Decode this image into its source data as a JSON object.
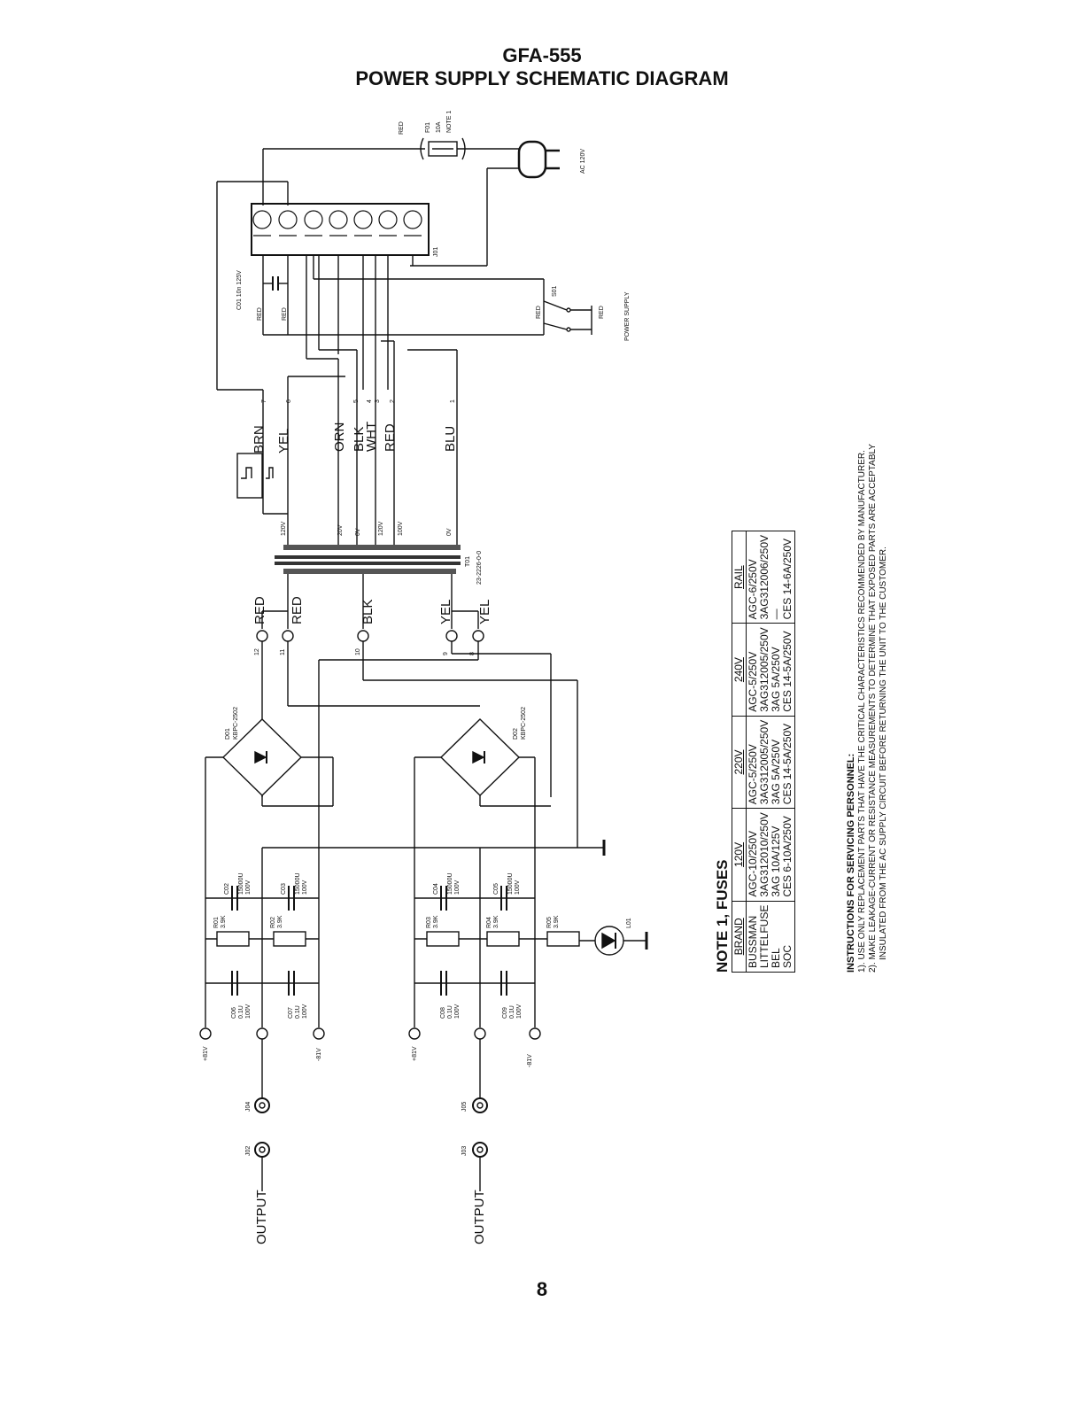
{
  "header": {
    "model": "GFA-555",
    "title": "POWER SUPPLY SCHEMATIC DIAGRAM"
  },
  "page_number": "8",
  "schematic": {
    "fuse": {
      "ref": "F01",
      "rating": "10A",
      "note": "NOTE 1",
      "wire": "RED"
    },
    "ac_input": "AC 120V",
    "terminal_block": "J01",
    "capacitor_c01": "C01 10n 125V",
    "wires_top": [
      "RED",
      "RED"
    ],
    "switch": {
      "ref": "S01",
      "label": "POWER SUPPLY",
      "wires": [
        "RED",
        "RED"
      ]
    },
    "transformer": {
      "ref": "T01",
      "part": "23-2226-0-0"
    },
    "primary_wires": [
      {
        "color": "BRN",
        "pin": "7"
      },
      {
        "color": "YEL",
        "pin": "6"
      },
      {
        "color": "ORN",
        "pin": "5"
      },
      {
        "color": "BLK",
        "pin": "4"
      },
      {
        "color": "WHT",
        "pin": "3"
      },
      {
        "color": "RED",
        "pin": "2"
      },
      {
        "color": "BLU",
        "pin": "1"
      }
    ],
    "primary_taps": [
      "120V",
      "20V",
      "0V",
      "120V",
      "100V",
      "0V"
    ],
    "secondary_wires": [
      {
        "color": "RED",
        "pin": "12"
      },
      {
        "color": "RED",
        "pin": "11"
      },
      {
        "color": "BLK",
        "pin": "10"
      },
      {
        "color": "YEL",
        "pin": "9"
      },
      {
        "color": "YEL",
        "pin": "8"
      }
    ],
    "bridges": [
      {
        "ref": "D01",
        "part": "KBPC-2502"
      },
      {
        "ref": "D02",
        "part": "KBPC-2502"
      }
    ],
    "filter_caps": [
      {
        "ref": "C02",
        "value": "15000U",
        "voltage": "100V"
      },
      {
        "ref": "C03",
        "value": "15000U",
        "voltage": "100V"
      },
      {
        "ref": "C04",
        "value": "15000U",
        "voltage": "100V"
      },
      {
        "ref": "C05",
        "value": "15000U",
        "voltage": "100V"
      }
    ],
    "resistors": [
      {
        "ref": "R01",
        "value": "3.9K"
      },
      {
        "ref": "R02",
        "value": "3.9K"
      },
      {
        "ref": "R03",
        "value": "3.9K"
      },
      {
        "ref": "R04",
        "value": "3.9K"
      },
      {
        "ref": "R05",
        "value": "3.9K"
      }
    ],
    "small_caps": [
      {
        "ref": "C06",
        "value": "0.1U",
        "voltage": "100V"
      },
      {
        "ref": "C07",
        "value": "0.1U",
        "voltage": "100V"
      },
      {
        "ref": "C08",
        "value": "0.1U",
        "voltage": "100V"
      },
      {
        "ref": "C09",
        "value": "0.1U",
        "voltage": "100V"
      }
    ],
    "led": "L01",
    "rails": [
      "+81V",
      "-81V",
      "+81V",
      "-81V"
    ],
    "jacks": [
      "J04",
      "J05",
      "J02",
      "J03"
    ],
    "outputs": [
      "OUTPUT",
      "OUTPUT"
    ]
  },
  "note1": {
    "title": "NOTE 1, FUSES",
    "headers": [
      "BRAND",
      "120V",
      "220V",
      "240V",
      "RAIL"
    ],
    "rows": [
      [
        "BUSSMAN",
        "AGC-10/250V",
        "AGC-5/250V",
        "AGC-5/250V",
        "AGC-6/250V"
      ],
      [
        "LITTELFUSE",
        "3AG312010/250V",
        "3AG312005/250V",
        "3AG312005/250V",
        "3AG312006/250V"
      ],
      [
        "BEL",
        "3AG 10A/125V",
        "3AG 5A/250V",
        "3AG 5A/250V",
        "—"
      ],
      [
        "SOC",
        "CES 6-10A/250V",
        "CES 14-5A/250V",
        "CES 14-5A/250V",
        "CES 14-6A/250V"
      ]
    ]
  },
  "instructions": {
    "title": "INSTRUCTIONS FOR SERVICING PERSONNEL:",
    "items": [
      "1). USE ONLY REPLACEMENT PARTS THAT HAVE THE CRITICAL CHARACTERISTICS RECOMMENDED BY MANUFACTURER.",
      "2). MAKE LEAKAGE-CURRENT OR RESISTANCE MEASUREMENTS TO DETERMINE THAT EXPOSED PARTS ARE ACCEPTABLY",
      "INSULATED FROM THE AC SUPPLY CIRCUIT BEFORE RETURNING THE UNIT TO THE CUSTOMER."
    ]
  }
}
